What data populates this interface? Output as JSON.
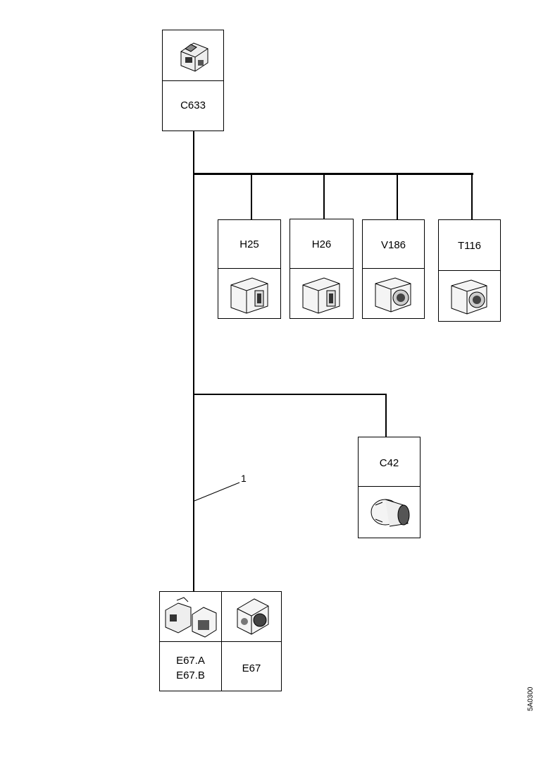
{
  "connectors": {
    "c633": {
      "label": "C633",
      "icon": "connector-icon"
    },
    "h25": {
      "label": "H25",
      "icon": "connector-icon"
    },
    "h26": {
      "label": "H26",
      "icon": "connector-icon"
    },
    "v186": {
      "label": "V186",
      "icon": "connector-icon"
    },
    "t116": {
      "label": "T116",
      "icon": "connector-icon"
    },
    "c42": {
      "label": "C42",
      "icon": "connector-icon"
    },
    "e67ab": {
      "label_a": "E67.A",
      "label_b": "E67.B",
      "icon": "connector-icon"
    },
    "e67": {
      "label": "E67",
      "icon": "connector-icon"
    }
  },
  "callout": {
    "label": "1"
  },
  "document_id": "5A0300"
}
